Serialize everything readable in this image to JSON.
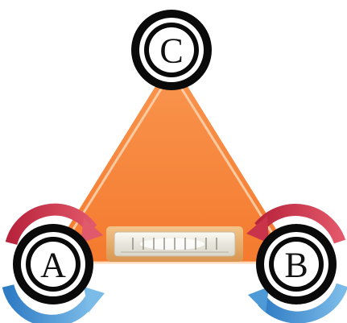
{
  "nodes": {
    "a": {
      "label": "A"
    },
    "b": {
      "label": "B"
    },
    "c": {
      "label": "C"
    }
  },
  "colors": {
    "triangle_fill": "#f7873a",
    "triangle_edge": "#ffd0a8",
    "ring_black": "#0a0a0a",
    "ring_white": "#ffffff",
    "arrow_red": "#c9344b",
    "arrow_blue": "#4d9ad6",
    "meter_frame": "#e9b06c",
    "meter_face": "#f3f1e8"
  },
  "icons": {
    "center_device": "bubble-level-icon",
    "rotation_arrows": "circular-arrows-icon"
  }
}
